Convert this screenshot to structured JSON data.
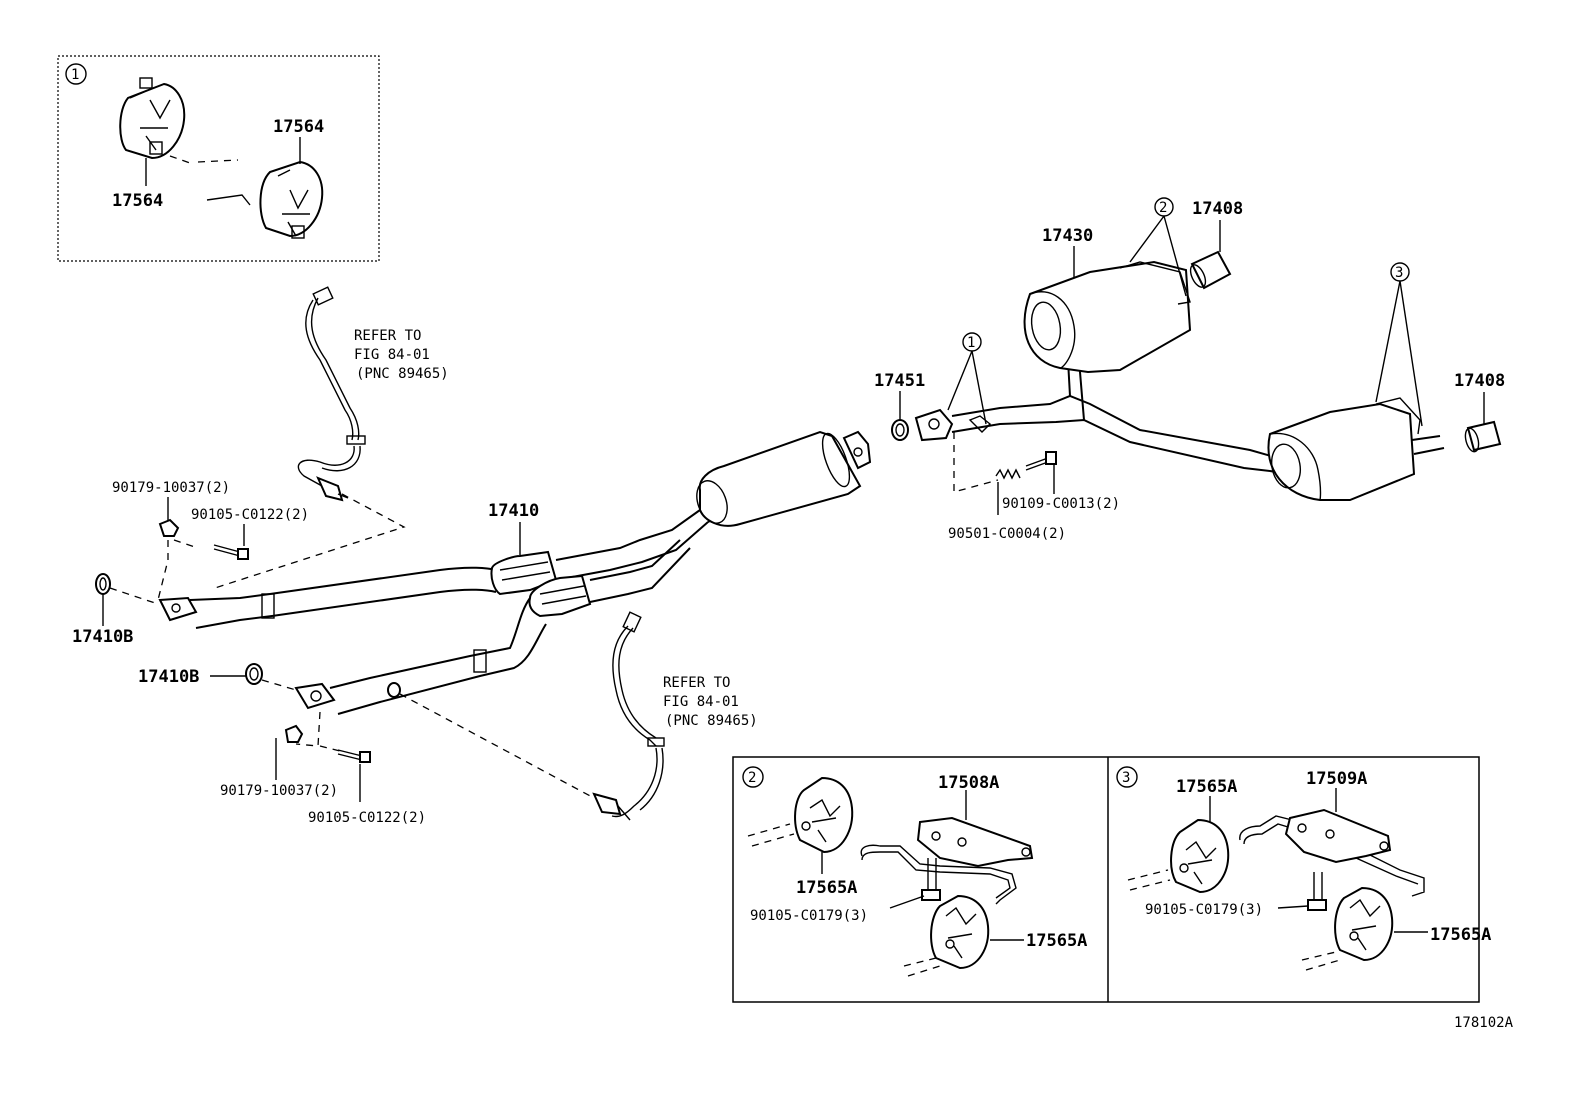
{
  "labels": {
    "inset1_number": "1",
    "inset1_left_hanger": "17564",
    "inset1_right_hanger": "17564",
    "front_pipe": "17410",
    "gasket_upper": "17410B",
    "gasket_lower": "17410B",
    "nut_upper": "90179-10037(2)",
    "bolt_upper": "90105-C0122(2)",
    "nut_lower": "90179-10037(2)",
    "bolt_lower": "90105-C0122(2)",
    "refer_upper": [
      "REFER TO",
      "FIG 84-01",
      "(PNC 89465)"
    ],
    "refer_lower": [
      "REFER TO",
      "FIG 84-01",
      "(PNC 89465)"
    ],
    "gasket_center": "17451",
    "bolt_center": "90109-C0013(2)",
    "spring_center": "90501-C0004(2)",
    "tail_pipe": "17430",
    "callout_2": "2",
    "callout_1": "1",
    "callout_3": "3",
    "tip_upper": "17408",
    "tip_lower": "17408",
    "inset2_number": "2",
    "inset2_bracket": "17508A",
    "inset2_hanger_left": "17565A",
    "inset2_bolt": "90105-C0179(3)",
    "inset2_hanger_right": "17565A",
    "inset3_number": "3",
    "inset3_bracket": "17509A",
    "inset3_hanger_left": "17565A",
    "inset3_bolt": "90105-C0179(3)",
    "inset3_hanger_right": "17565A",
    "figure_id": "178102A"
  }
}
